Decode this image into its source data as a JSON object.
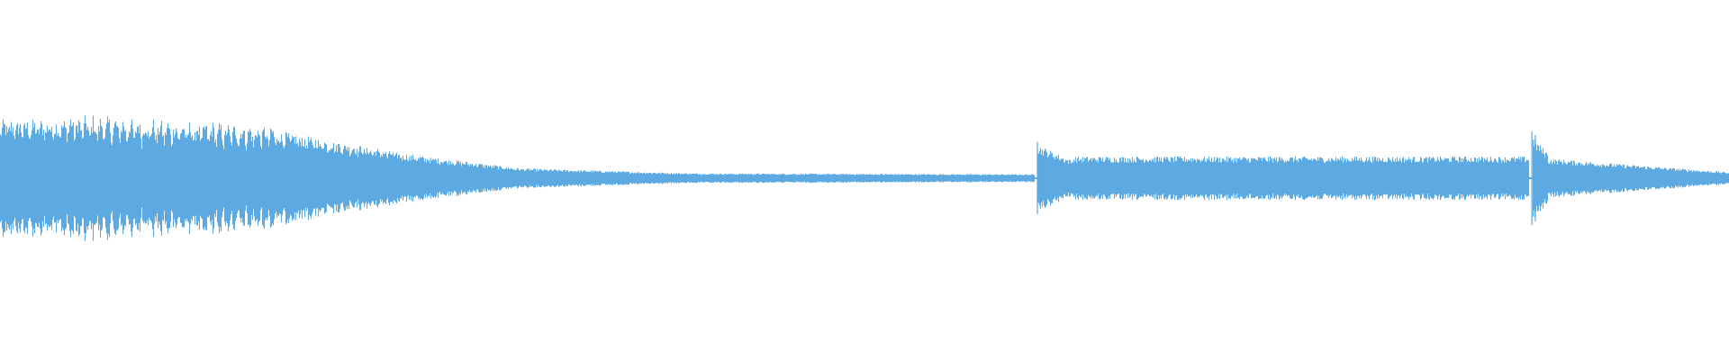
{
  "waveform": {
    "color": "#5DA9E1",
    "background": "#FFFFFF",
    "segments": [
      {
        "from": 0.0,
        "to": 0.04,
        "amp_start": 0.55,
        "amp_end": 0.55,
        "pulse": 0.1
      },
      {
        "from": 0.04,
        "to": 0.16,
        "amp_start": 0.55,
        "amp_end": 0.45,
        "pulse": 0.2
      },
      {
        "from": 0.16,
        "to": 0.23,
        "amp_start": 0.45,
        "amp_end": 0.25,
        "pulse": 0.1
      },
      {
        "from": 0.23,
        "to": 0.3,
        "amp_start": 0.25,
        "amp_end": 0.1,
        "pulse": 0.04
      },
      {
        "from": 0.3,
        "to": 0.4,
        "amp_start": 0.1,
        "amp_end": 0.05,
        "pulse": 0.0
      },
      {
        "from": 0.4,
        "to": 0.598,
        "amp_start": 0.05,
        "amp_end": 0.04,
        "pulse": 0.0
      },
      {
        "from": 0.6,
        "to": 0.62,
        "amp_start": 0.34,
        "amp_end": 0.18,
        "pulse": 0.0
      },
      {
        "from": 0.62,
        "to": 0.65,
        "amp_start": 0.22,
        "amp_end": 0.22,
        "pulse": 0.0
      },
      {
        "from": 0.65,
        "to": 0.884,
        "amp_start": 0.22,
        "amp_end": 0.22,
        "pulse": 0.0
      },
      {
        "from": 0.886,
        "to": 0.895,
        "amp_start": 0.42,
        "amp_end": 0.26,
        "pulse": 0.0
      },
      {
        "from": 0.895,
        "to": 1.0,
        "amp_start": 0.2,
        "amp_end": 0.06,
        "pulse": 0.0
      }
    ],
    "spikes": [
      {
        "at": 0.6,
        "amp": 0.4
      },
      {
        "at": 0.886,
        "amp": 0.52
      },
      {
        "at": 0.888,
        "amp": 0.48
      }
    ]
  }
}
